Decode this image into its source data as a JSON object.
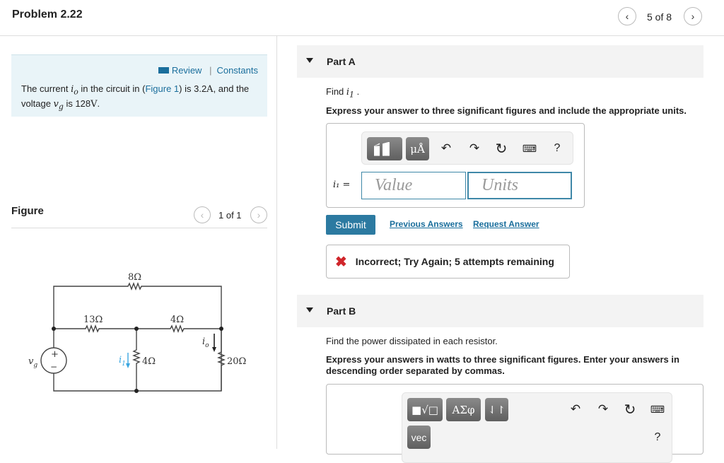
{
  "header": {
    "title": "Problem 2.22",
    "position": "5 of 8",
    "prev_icon": "chevron-left-icon",
    "next_icon": "chevron-right-icon"
  },
  "info": {
    "review": "Review",
    "separator": "|",
    "constants": "Constants",
    "text_prefix": "The current ",
    "io": "i",
    "io_sub": "o",
    "text_mid": " in the circuit in (",
    "figure_link": "Figure 1",
    "text_mid2": ") is 3.2",
    "unit_A": "A",
    "text_mid3": ", and the voltage ",
    "vg": "v",
    "vg_sub": "g",
    "text_mid4": " is 128",
    "unit_V": "V",
    "text_end": "."
  },
  "figure": {
    "label": "Figure",
    "pager": "1 of 1",
    "circuit": {
      "r8": "8Ω",
      "r13": "13Ω",
      "r4a": "4Ω",
      "r4b": "4Ω",
      "r20": "20Ω",
      "vg": "v",
      "vg_sub": "g",
      "i1": "i",
      "i1_sub": "1",
      "io": "i",
      "io_sub": "o",
      "plus": "+",
      "minus": "−",
      "i1_color": "#3aa6e0"
    }
  },
  "partA": {
    "label": "Part A",
    "find": "Find ",
    "var": "i",
    "var_sub": "1",
    "find_end": " .",
    "instructions": "Express your answer to three significant figures and include the appropriate units.",
    "toolbar": {
      "units_btn": "μÅ",
      "help": "?"
    },
    "input_label": "i₁ =",
    "value_placeholder": "Value",
    "units_placeholder": "Units",
    "submit": "Submit",
    "previous_answers": "Previous Answers",
    "request_answer": "Request Answer",
    "feedback": "Incorrect; Try Again; 5 attempts remaining",
    "feedback_color": "#d0262b"
  },
  "partB": {
    "label": "Part B",
    "find": "Find the power dissipated in each resistor.",
    "instructions": "Express your answers in watts to three significant figures. Enter your answers in descending order separated by commas.",
    "toolbar": {
      "greek_btn": "ΑΣφ",
      "sort_btn": "⇃↾",
      "vec_btn": "vec",
      "help": "?"
    }
  }
}
